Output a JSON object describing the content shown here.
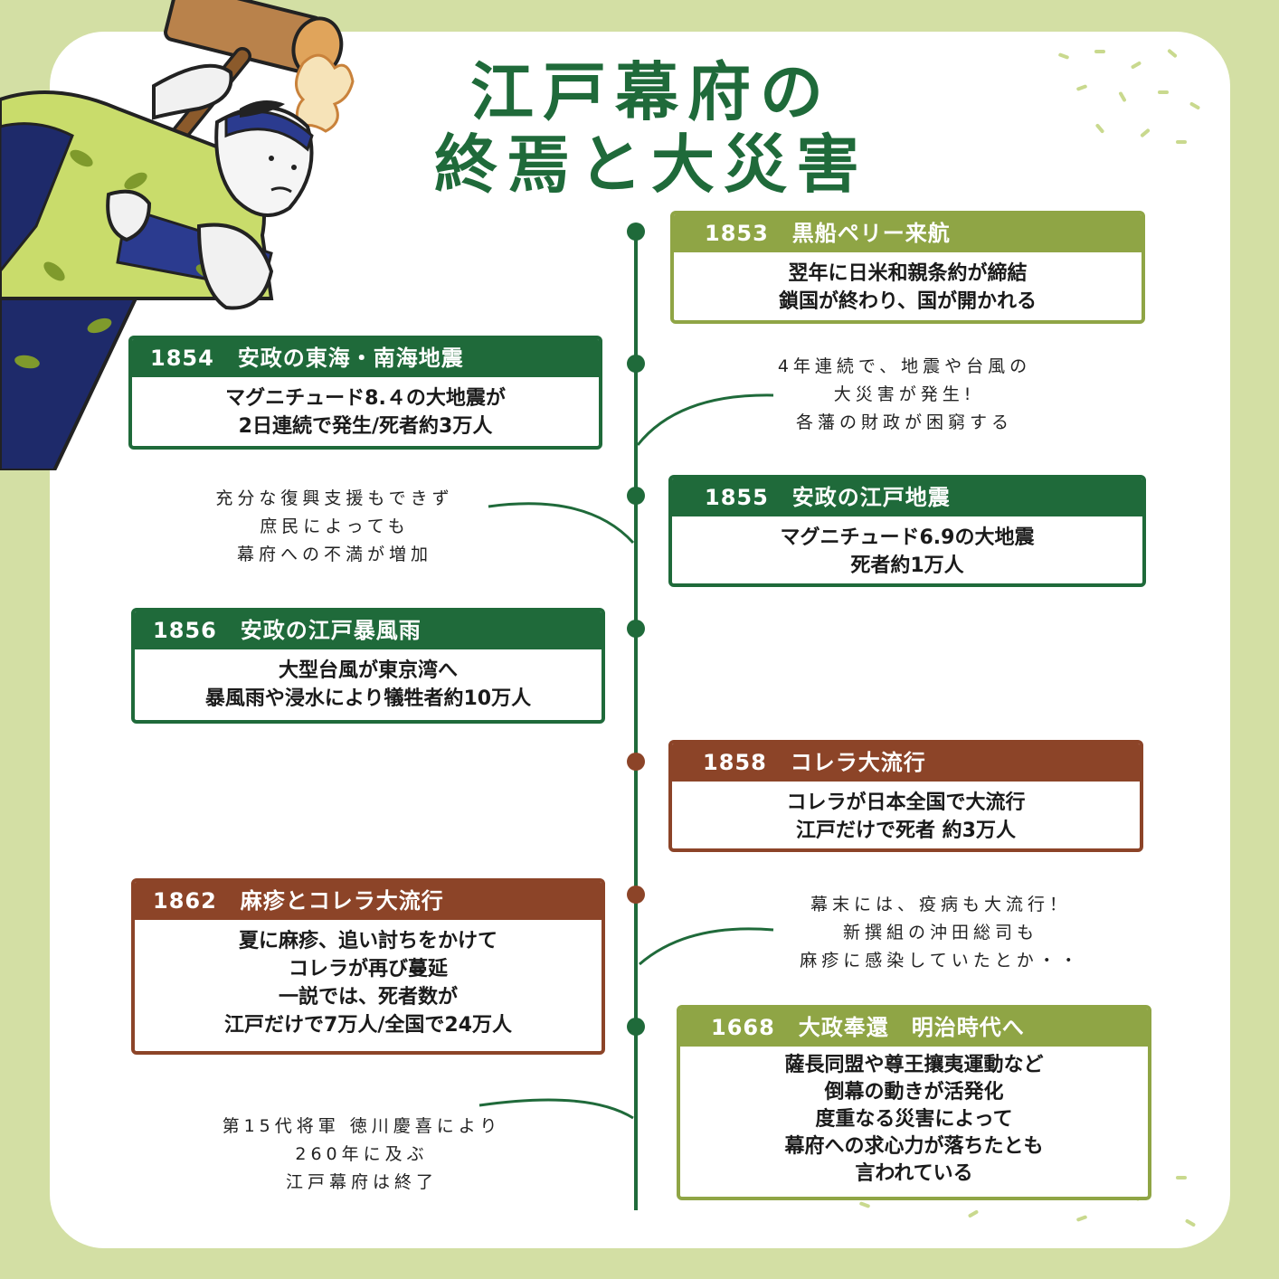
{
  "title": [
    "江戸幕府の",
    "終焉と大災害"
  ],
  "colors": {
    "background": "#d3dfa4",
    "dark_green": "#1f6a3a",
    "olive": "#8fa545",
    "brown": "#8c4428"
  },
  "events": [
    {
      "year": "1853",
      "title": "黒船ペリー来航",
      "lines": [
        "翌年に日米和親条約が締結",
        "鎖国が終わり、国が開かれる"
      ]
    },
    {
      "year": "1854",
      "title": "安政の東海・南海地震",
      "lines": [
        "マグニチュード8.４の大地震が",
        "2日連続で発生/死者約3万人"
      ]
    },
    {
      "year": "1855",
      "title": "安政の江戸地震",
      "lines": [
        "マグニチュード6.9の大地震",
        "死者約1万人"
      ]
    },
    {
      "year": "1856",
      "title": "安政の江戸暴風雨",
      "lines": [
        "大型台風が東京湾へ",
        "暴風雨や浸水により犠牲者約10万人"
      ]
    },
    {
      "year": "1858",
      "title": "コレラ大流行",
      "lines": [
        "コレラが日本全国で大流行",
        "江戸だけで死者 約3万人"
      ]
    },
    {
      "year": "1862",
      "title": "麻疹とコレラ大流行",
      "lines": [
        "夏に麻疹、追い討ちをかけて",
        "コレラが再び蔓延",
        "一説では、死者数が",
        "江戸だけで7万人/全国で24万人"
      ]
    },
    {
      "year": "1668",
      "title": "大政奉還　明治時代へ",
      "lines": [
        "薩長同盟や尊王攘夷運動など",
        "倒幕の動きが活発化",
        "度重なる災害によって",
        "幕府への求心力が落ちたとも",
        "言われている"
      ]
    }
  ],
  "notes": [
    {
      "lines": [
        "4年連続で、地震や台風の",
        "大災害が発生!",
        "各藩の財政が困窮する"
      ]
    },
    {
      "lines": [
        "充分な復興支援もできず",
        "庶民によっても",
        "幕府への不満が増加"
      ]
    },
    {
      "lines": [
        "幕末には、疫病も大流行！",
        "新撰組の沖田総司も",
        "麻疹に感染していたとか・・"
      ]
    },
    {
      "lines": [
        "第15代将軍 徳川慶喜により",
        "260年に及ぶ",
        "江戸幕府は終了"
      ]
    }
  ]
}
